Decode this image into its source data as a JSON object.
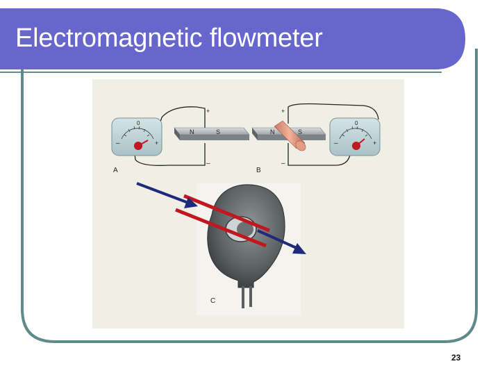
{
  "slide": {
    "title": "Electromagnetic flowmeter",
    "page_number": "23",
    "colors": {
      "title_bar": "#6666cc",
      "frame_border": "#5f8a8b",
      "flow_arrow": "#1f2a7a",
      "electrode_bar": "#c0181e"
    }
  },
  "figure": {
    "panel_labels": {
      "a": "A",
      "b": "B",
      "c": "C"
    },
    "meter_scale_label": "0",
    "meter_minus": "–",
    "meter_plus": "+",
    "terminal_plus": "+",
    "terminal_minus": "–",
    "magnet_a": {
      "north": "N",
      "south": "S"
    },
    "magnet_b": {
      "north": "N",
      "south": "S"
    }
  }
}
